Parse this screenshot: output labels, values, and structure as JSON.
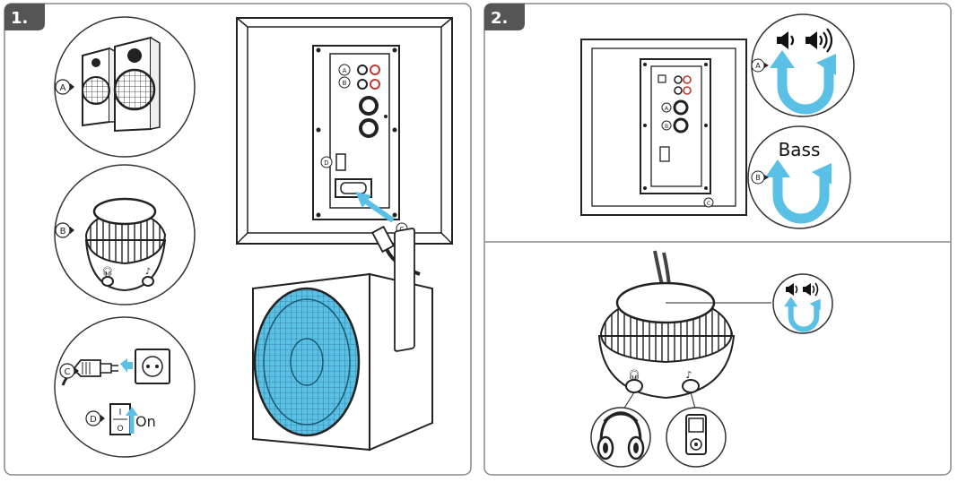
{
  "panels": [
    {
      "step": "1."
    },
    {
      "step": "2."
    }
  ],
  "callouts": {
    "A": "A",
    "B": "B",
    "C": "C",
    "D": "D"
  },
  "switch": {
    "on_label": "On",
    "on_mark": "I",
    "off_mark": "O"
  },
  "bass_label": "Bass",
  "colors": {
    "panel_border": "#888888",
    "tab": "#555555",
    "arrow": "#5bc0e6",
    "line": "#222222",
    "plug_red": "#c0392b",
    "woofer_grid": "#5bc0e6"
  },
  "icons": [
    "volume-low-icon",
    "volume-high-icon",
    "rotate-arrow-icon",
    "headphones-icon",
    "music-player-icon",
    "power-plug-icon",
    "wall-socket-icon",
    "power-switch-icon"
  ]
}
